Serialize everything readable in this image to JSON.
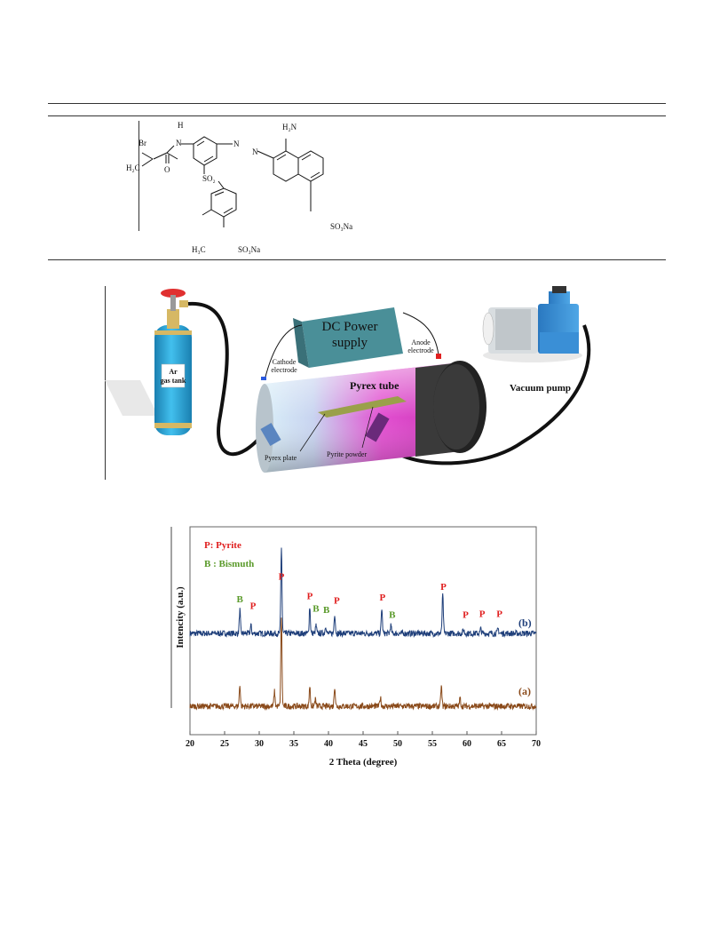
{
  "chemical": {
    "atoms": {
      "h": "H",
      "br": "Br",
      "n1": "N",
      "h2c": "H₂C",
      "o": "O",
      "n_azo1": "N",
      "n_azo2": "N",
      "h2n": "H₂N",
      "so2": "SO₂",
      "so3na_1": "SO₃Na",
      "h3c": "H₃C",
      "so3na_2": "SO₃Na"
    }
  },
  "setup": {
    "labels": {
      "power_line1": "DC Power",
      "power_line2": "supply",
      "cathode_line1": "Cathode",
      "cathode_line2": "electrode",
      "anode_line1": "Anode",
      "anode_line2": "electrode",
      "tank_line1": "Ar",
      "tank_line2": "gas tank",
      "tube": "Pyrex tube",
      "pump": "Vacuum pump",
      "plate": "Pyrex plate",
      "powder": "Pyrite powder"
    },
    "colors": {
      "tank": "#29a3d6",
      "tube_magenta": "#e040c8",
      "box": "#4f9aa3",
      "pump": "#3a8fd6"
    }
  },
  "chart_data": {
    "type": "line",
    "xlabel": "2 Theta (degree)",
    "ylabel": "Intencity (a.u.)",
    "xlim": [
      20,
      70
    ],
    "xticks": [
      20,
      25,
      30,
      35,
      40,
      45,
      50,
      55,
      60,
      65,
      70
    ],
    "legend": [
      "P: Pyrite",
      "B : Bismuth"
    ],
    "legend_colors": {
      "P": "#e02020",
      "B": "#5a9a2a"
    },
    "series": [
      {
        "name": "(b)",
        "color": "#1f3f7a",
        "baseline": 1.0,
        "peaks": [
          [
            27.2,
            0.35
          ],
          [
            28.8,
            0.12
          ],
          [
            33.2,
            1.3
          ],
          [
            37.3,
            0.4
          ],
          [
            38.2,
            0.12
          ],
          [
            39.6,
            0.12
          ],
          [
            40.9,
            0.3
          ],
          [
            47.7,
            0.38
          ],
          [
            49.0,
            0.12
          ],
          [
            56.5,
            0.58
          ],
          [
            59.5,
            0.06
          ],
          [
            62.0,
            0.07
          ],
          [
            64.5,
            0.07
          ]
        ]
      },
      {
        "name": "(a)",
        "color": "#8a4a1a",
        "baseline": 0.0,
        "peaks": [
          [
            27.2,
            0.32
          ],
          [
            32.2,
            0.22
          ],
          [
            33.2,
            1.35
          ],
          [
            37.3,
            0.3
          ],
          [
            38.1,
            0.1
          ],
          [
            40.9,
            0.3
          ],
          [
            47.5,
            0.13
          ],
          [
            56.3,
            0.3
          ],
          [
            59.0,
            0.12
          ]
        ]
      }
    ],
    "annotations": [
      {
        "text": "B",
        "type": "B",
        "x": 27.2,
        "series": 0,
        "level": 0.28
      },
      {
        "text": "P",
        "type": "P",
        "x": 29.1,
        "series": 0,
        "level": 0.18
      },
      {
        "text": "P",
        "type": "P",
        "x": 33.2,
        "series": 0,
        "level": 0.62
      },
      {
        "text": "P",
        "type": "P",
        "x": 37.3,
        "series": 0,
        "level": 0.33
      },
      {
        "text": "B",
        "type": "B",
        "x": 38.2,
        "series": 0,
        "level": 0.14
      },
      {
        "text": "B",
        "type": "B",
        "x": 39.7,
        "series": 0,
        "level": 0.12
      },
      {
        "text": "P",
        "type": "P",
        "x": 41.2,
        "series": 0,
        "level": 0.26
      },
      {
        "text": "P",
        "type": "P",
        "x": 47.8,
        "series": 0,
        "level": 0.31
      },
      {
        "text": "B",
        "type": "B",
        "x": 49.2,
        "series": 0,
        "level": 0.05
      },
      {
        "text": "P",
        "type": "P",
        "x": 56.6,
        "series": 0,
        "level": 0.47
      },
      {
        "text": "P",
        "type": "P",
        "x": 59.8,
        "series": 0,
        "level": 0.05
      },
      {
        "text": "P",
        "type": "P",
        "x": 62.2,
        "series": 0,
        "level": 0.06
      },
      {
        "text": "P",
        "type": "P",
        "x": 64.7,
        "series": 0,
        "level": 0.06
      }
    ],
    "series_labels": [
      "(b)",
      "(a)"
    ]
  }
}
